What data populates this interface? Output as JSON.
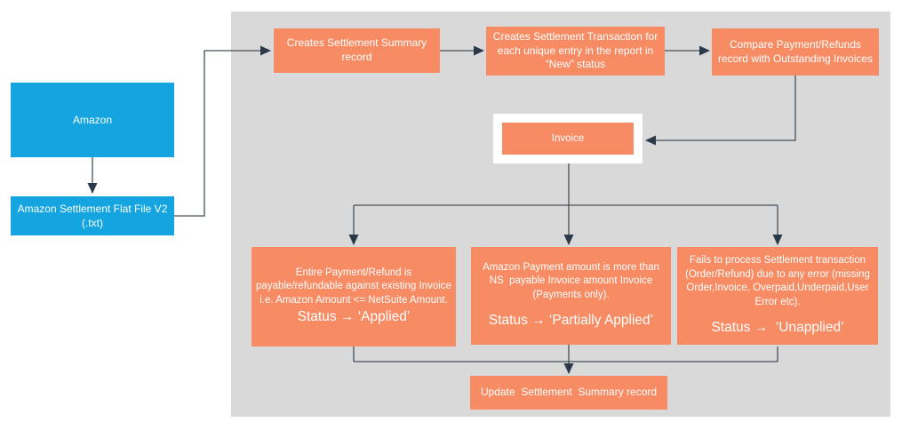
{
  "colors": {
    "panel_bg": "#d9d9d9",
    "process_box": "#f78b63",
    "source_box": "#14a5e0",
    "connector_line": "#44505c",
    "arrowhead": "#2b3a4a",
    "box_text": "#ffffff",
    "invoice_highlight_border": "#ffffff"
  },
  "left_flow": {
    "amazon": "Amazon",
    "flat_file": "Amazon Settlement Flat File V2 (.txt)"
  },
  "top_flow": [
    "Creates Settlement Summary record",
    "Creates Settlement Transaction for each unique entry in the report in “New” status",
    "Compare Payment/Refunds record with Outstanding Invoices"
  ],
  "invoice": {
    "label": "Invoice"
  },
  "outcomes": [
    {
      "body": "Entire Payment/Refund is payable/refundable against existing Invoice i.e. Amazon Amount <= NetSuite Amount.",
      "status": "Status → ‘Applied’"
    },
    {
      "body": "Amazon Payment amount is more than NS  payable Invoice amount Invoice (Payments only).",
      "status": "Status → ‘Partially Applied’"
    },
    {
      "body": "Fails to process Settlement transaction (Order/Refund) due to any error (missing Order,Invoice, Overpaid,Underpaid,User Error etc).",
      "status": "Status →  ‘Unapplied’"
    }
  ],
  "update": {
    "label": "Update  Settlement  Summary record"
  }
}
